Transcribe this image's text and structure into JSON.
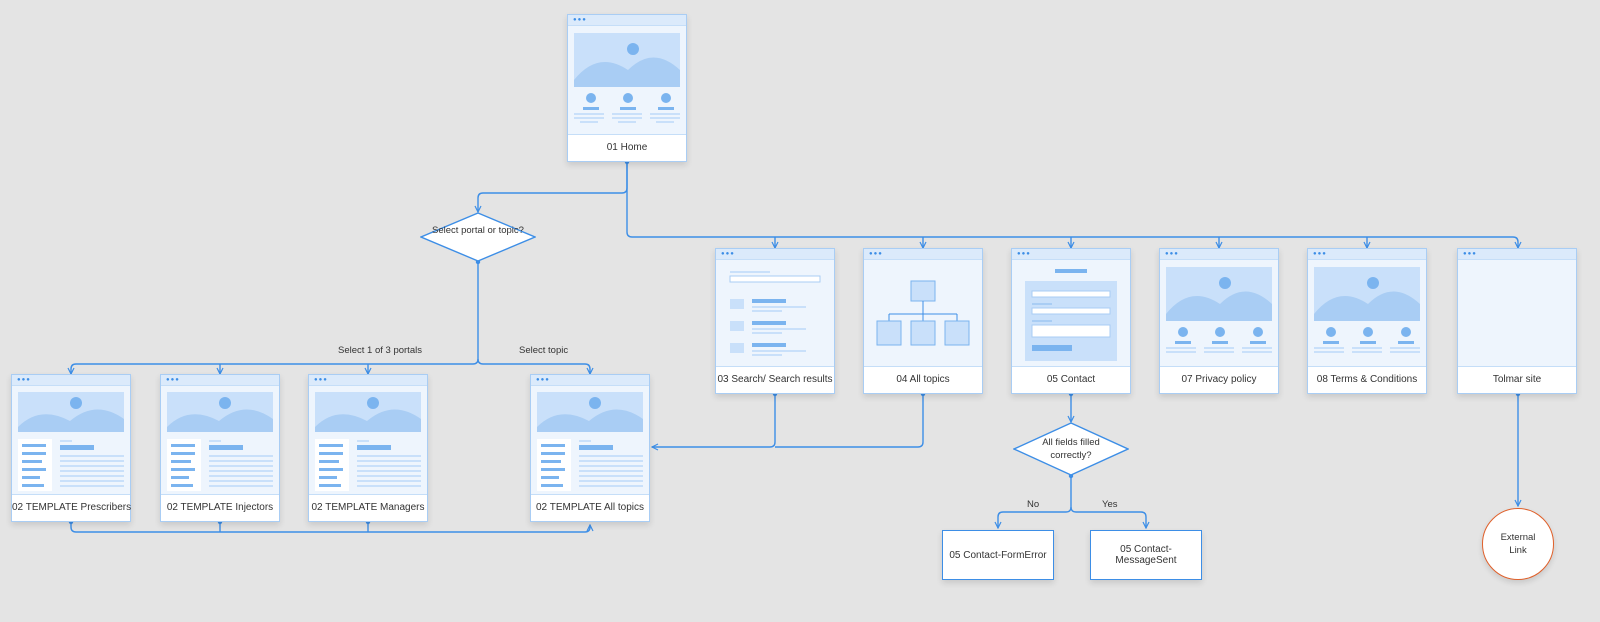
{
  "nodes": {
    "home": "01 Home",
    "search": "03 Search/ Search results",
    "all_topics": "04 All topics",
    "contact": "05 Contact",
    "privacy": "07 Privacy policy",
    "terms": "08 Terms & Conditions",
    "tolmar": "Tolmar site",
    "prescribers": "02 TEMPLATE Prescribers",
    "injectors": "02 TEMPLATE Injectors",
    "managers": "02 TEMPLATE Managers",
    "template_all": "02 TEMPLATE All topics",
    "form_error": "05 Contact-FormError",
    "message_sent": "05 Contact-MessageSent",
    "external_link": "External Link"
  },
  "decisions": {
    "portal_or_topic": "Select portal or topic?",
    "all_fields": "All fields filled correctly?"
  },
  "edge_labels": {
    "select_portals": "Select 1 of 3 portals",
    "select_topic": "Select topic",
    "no": "No",
    "yes": "Yes"
  },
  "colors": {
    "line": "#3d8ee6",
    "frame_fill": "#eef5fd",
    "wire_fill": "#c9e0fa",
    "external": "#e0602a",
    "background": "#e4e4e4"
  }
}
